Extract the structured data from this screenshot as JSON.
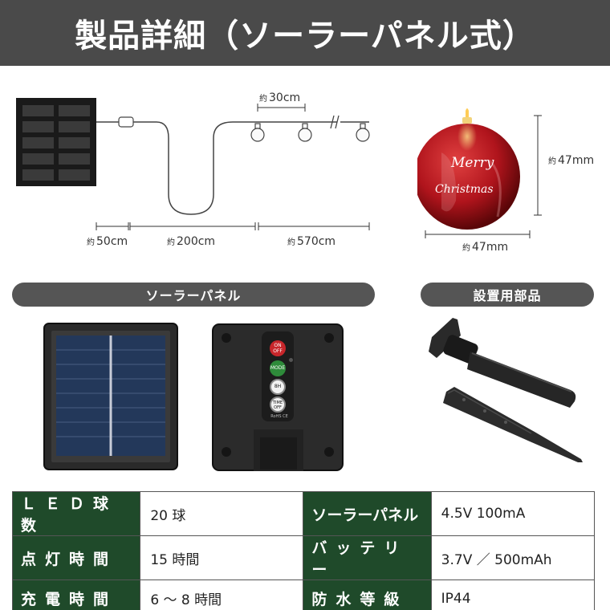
{
  "header": {
    "title": "製品詳細（ソーラーパネル式）"
  },
  "dimensions": {
    "prefix": "約",
    "bulb_spacing": "30cm",
    "lead_panel": "50cm",
    "lead_cable": "200cm",
    "lit_length": "570cm",
    "ball_height": "47mm",
    "ball_width": "47mm"
  },
  "ornament": {
    "text_line1": "Merry",
    "text_line2": "Christmas"
  },
  "sections": {
    "solar_panel": "ソーラーパネル",
    "parts": "設置用部品"
  },
  "control_buttons": [
    "ON OFF",
    "MODE",
    "8H",
    "TIME OFF"
  ],
  "certifications": "RoHS CE",
  "specs": [
    {
      "label": "ＬＥＤ球数",
      "value": "20 球"
    },
    {
      "label": "ソーラーパネル",
      "value": "4.5V 100mA"
    },
    {
      "label": "点灯時間",
      "value": "15 時間"
    },
    {
      "label": "バッテリー",
      "value": "3.7V ／ 500mAh"
    },
    {
      "label": "充電時間",
      "value": "6 ～ 8 時間"
    },
    {
      "label": "防水等級",
      "value": "IP44"
    }
  ],
  "colors": {
    "header_bg": "#4a4a4a",
    "label_bg": "#1f4a2a",
    "ornament_red": "#b0141c",
    "button_red": "#c8262b",
    "button_green": "#2e8b3a"
  }
}
